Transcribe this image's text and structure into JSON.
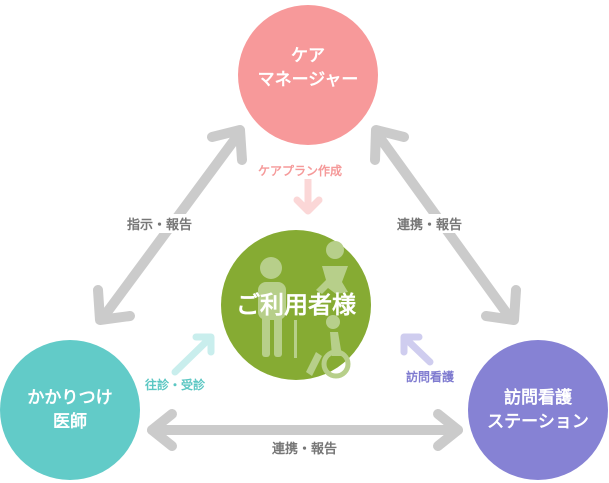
{
  "nodes": {
    "care_manager": {
      "line1": "ケア",
      "line2": "マネージャー",
      "color": "#f7999a"
    },
    "user": {
      "label": "ご利用者様",
      "color": "#86ab33"
    },
    "doctor": {
      "line1": "かかりつけ",
      "line2": "医師",
      "color": "#62cbc8"
    },
    "nursing": {
      "line1": "訪問看護",
      "line2": "ステーション",
      "color": "#8682d4"
    }
  },
  "edges": {
    "doctor_care": "指示・報告",
    "care_nursing": "連携・報告",
    "doctor_nursing": "連携・報告",
    "care_user": "ケアプラン作成",
    "doctor_user": "往診・受診",
    "nursing_user": "訪問看護"
  },
  "colors": {
    "arrow": "#cbcbcb",
    "care_arrow": "#fbd7d7",
    "doctor_arrow": "#c9eeed",
    "nursing_arrow": "#cfcdef"
  }
}
